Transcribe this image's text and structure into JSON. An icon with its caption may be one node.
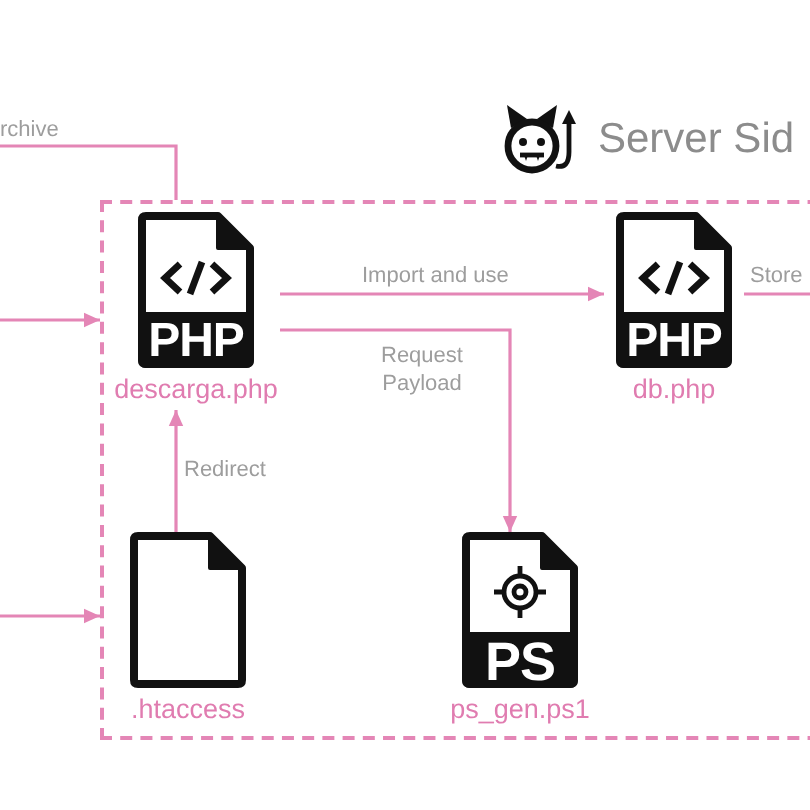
{
  "diagram": {
    "nodes": [
      {
        "text": [
          "Server Sid"
        ]
      },
      {
        "text": [
          "PHP",
          "descarga.php"
        ],
        "in": 0
      },
      {
        "text": [
          "PHP",
          "db.php"
        ],
        "in": 0
      },
      {
        "text": [
          ".htaccess"
        ],
        "in": 0
      },
      {
        "text": [
          "PS",
          "ps_gen.ps1"
        ],
        "in": 0
      }
    ],
    "edges": [
      {
        "from": null,
        "to": 0,
        "arrow": "none",
        "label": "rchive"
      },
      {
        "from": null,
        "to": 0,
        "arrow": "to"
      },
      {
        "from": 1,
        "to": 2,
        "arrow": "to",
        "label": "Import and use"
      },
      {
        "from": 2,
        "to": null,
        "arrow": "none",
        "label": "Store"
      },
      {
        "from": 1,
        "to": 4,
        "arrow": "to",
        "label": "Request Payload"
      },
      {
        "from": 3,
        "to": 1,
        "arrow": "to",
        "label": "Redirect"
      },
      {
        "from": null,
        "to": 0,
        "arrow": "to"
      }
    ]
  }
}
